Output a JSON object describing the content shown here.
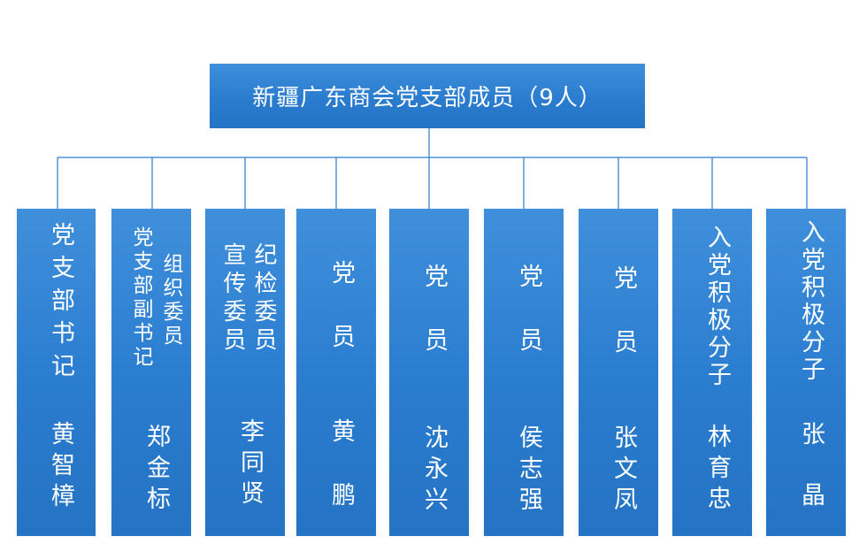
{
  "title": "新疆广东商会党支部成员（9人）",
  "colors": {
    "box": "#2a7ccf",
    "line": "#2a7ccf",
    "text": "#ffffff"
  },
  "members": [
    {
      "role": "党支部书记",
      "name": "黄智樟"
    },
    {
      "role_line1": "党支部副书记",
      "role_line2": "组织委员",
      "name": "郑金标"
    },
    {
      "role_line1": "宣传委员",
      "role_line2": "纪检委员",
      "name": "李同贤"
    },
    {
      "role": "党员",
      "name": "黄鹏"
    },
    {
      "role": "党员",
      "name": "沈永兴"
    },
    {
      "role": "党员",
      "name": "侯志强"
    },
    {
      "role": "党员",
      "name": "张文凤"
    },
    {
      "role": "入党积极分子",
      "name": "林育忠"
    },
    {
      "role": "入党积极分子",
      "name": "张晶"
    }
  ]
}
